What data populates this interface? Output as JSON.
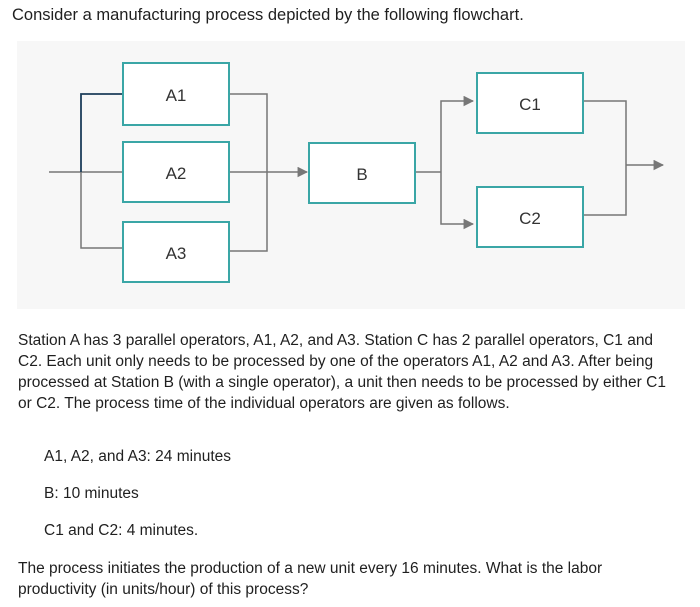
{
  "intro": "Consider a manufacturing process depicted by the following flowchart.",
  "flowchart": {
    "boxes": {
      "a1": "A1",
      "a2": "A2",
      "a3": "A3",
      "b": "B",
      "c1": "C1",
      "c2": "C2"
    },
    "colors": {
      "box_border": "#3aa6a6",
      "connector": "#777777",
      "highlight_connector": "#1c3d5a"
    }
  },
  "description": "Station A has 3 parallel operators, A1, A2, and A3. Station C has 2 parallel operators, C1 and C2. Each unit only needs to be processed by one of the operators A1, A2 and A3. After being processed at Station B (with a single operator), a unit then needs to be processed by either C1 or C2. The process time of the individual operators are given as follows.",
  "process_times": [
    "A1, A2, and A3: 24 minutes",
    "B: 10 minutes",
    "C1 and C2: 4 minutes."
  ],
  "question": "The process initiates the production of a new unit every 16 minutes. What is the labor productivity (in units/hour) of this process?"
}
